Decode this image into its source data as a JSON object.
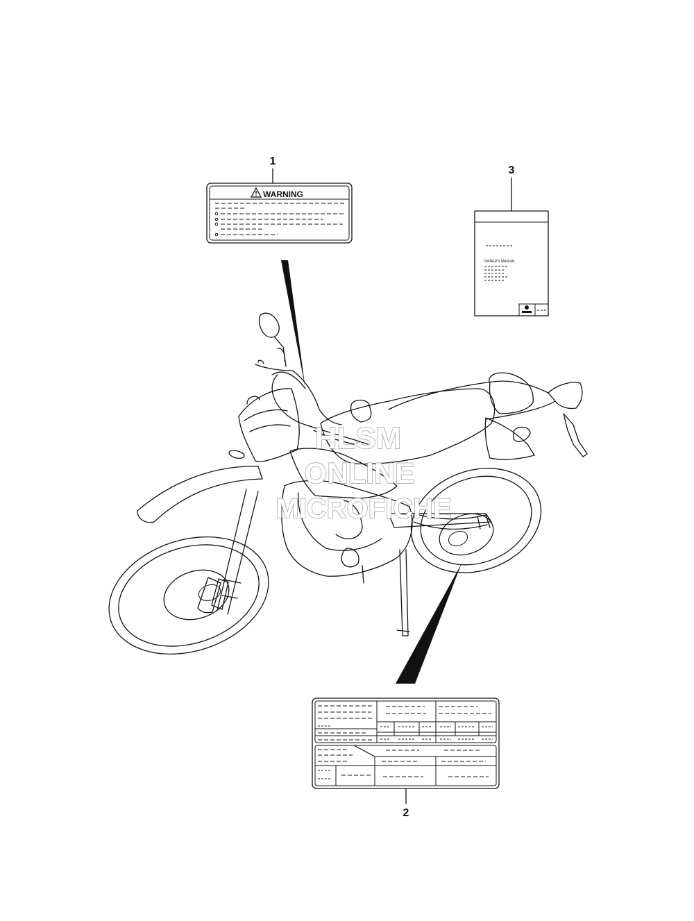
{
  "callouts": [
    {
      "number": "1"
    },
    {
      "number": "2"
    },
    {
      "number": "3"
    }
  ],
  "label_warning": {
    "heading": "WARNING"
  },
  "owners_manual": {
    "caption": "OWNER'S MANUAL"
  },
  "watermark": {
    "line1": "HLSM",
    "line2": "ONLINE",
    "line3": "MICROFICHE"
  }
}
